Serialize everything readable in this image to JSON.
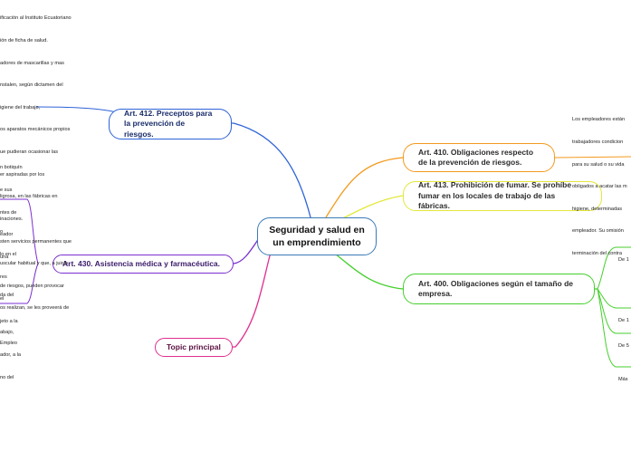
{
  "central_topic": "Seguridad y salud en un emprendimiento",
  "nodes": {
    "art412": "Art. 412. Preceptos para la prevención de riesgos.",
    "art410": "Art. 410. Obligaciones respecto de la prevención de riesgos.",
    "art413": "Art. 413. Prohibición de fumar. Se prohíbe fumar en los locales de trabajo de las fábricas.",
    "art430": "Art. 430. Asistencia médica y farmacéutica.",
    "topic": "Topic principal",
    "art400": "Art. 400. Obligaciones según el tamaño de empresa."
  },
  "colors": {
    "art412": "#2f63d8",
    "art410": "#f39a1e",
    "art413": "#e2e83a",
    "art430": "#7a2fd0",
    "topic": "#e02f8e",
    "art400": "#45cf2c",
    "center": "#3b7bb8"
  },
  "text_fragments": {
    "art412_detail": [
      "ificación al Instituto Ecuatoriano",
      "ión de ficha de salud.",
      "adores de mascarillas y mas",
      "nstalen, según dictamen del",
      "igiene del trabajo,",
      "os aparatos mecánicos propios",
      "ue pudieran ocasionar las",
      "er aspiradas por los",
      "ligrosa, en las fábricas en",
      "inaciones.",
      "sten servicios permanentes que",
      "uscular habitual y que, a juicio",
      "de riesgos, pueden provocar",
      "os realizan, se les proveerá de"
    ],
    "art410_detail": [
      "Los empleadores están",
      "trabajadores condicion",
      "para su salud o su vida",
      "obligados a acatar las m",
      "higiene, determinadas",
      "empleador. Su omisión",
      "terminación del contra"
    ],
    "art430_top": [
      "n botiquín",
      "e sus",
      "ntes de",
      "eador",
      "una"
    ],
    "art430_sub1": [
      "o",
      "lo en el",
      "res",
      "el",
      "jeto a la",
      "Empleo"
    ],
    "art430_sub2": [
      "da del",
      "",
      "abajo,",
      "ador, a la",
      "no del"
    ],
    "art400_items": [
      "De 1",
      "De 1",
      "De 5",
      "Más"
    ]
  }
}
